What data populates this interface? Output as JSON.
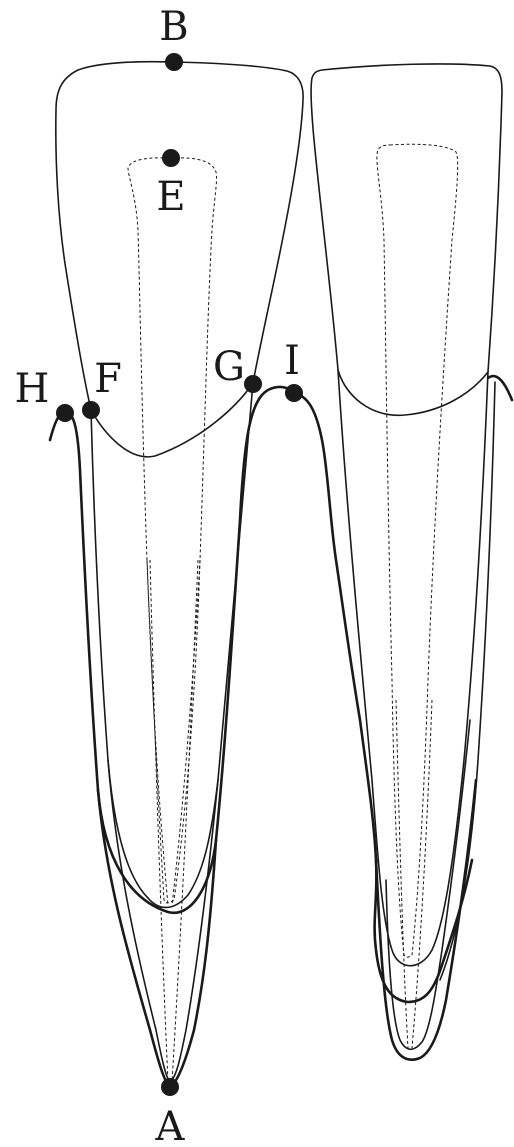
{
  "labels": {
    "A": "A",
    "B": "B",
    "E": "E",
    "F": "F",
    "G": "G",
    "H": "H",
    "I": "I"
  },
  "colors": {
    "stroke": "#1a1a1a",
    "background": "#ffffff"
  }
}
